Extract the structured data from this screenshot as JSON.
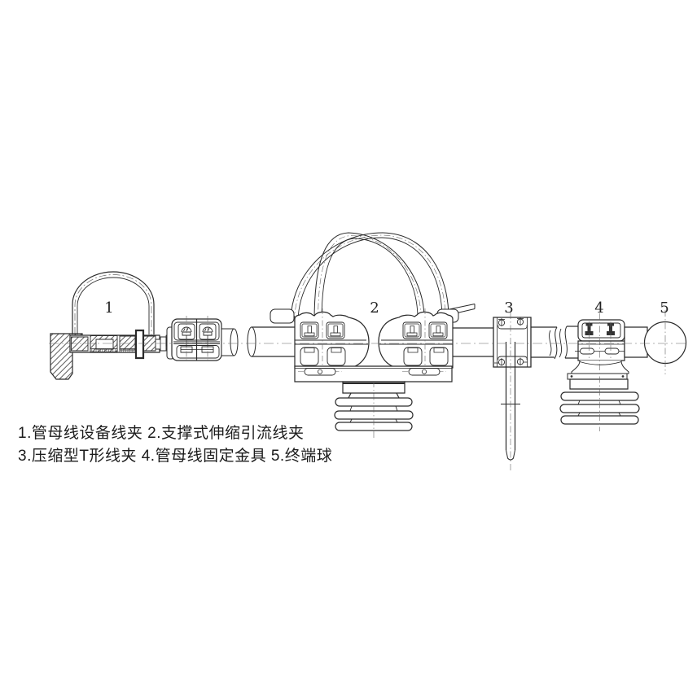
{
  "figure": {
    "type": "technical-diagram",
    "subject": "tubular busbar fittings assembly",
    "parts": [
      {
        "number": "1",
        "name": "管母线设备线夹"
      },
      {
        "number": "2",
        "name": "支撑式伸缩引流线夹"
      },
      {
        "number": "3",
        "name": "压缩型T形线夹"
      },
      {
        "number": "4",
        "name": "管母线固定金具"
      },
      {
        "number": "5",
        "name": "终端球"
      }
    ],
    "caption": {
      "line1": "1.管母线设备线夹  2.支撑式伸缩引流线夹",
      "line2": "3.压缩型T形线夹   4.管母线固定金具   5.终端球"
    },
    "colors": {
      "background": "#ffffff",
      "line": "#2a2a2a",
      "centerline": "#555555"
    }
  }
}
